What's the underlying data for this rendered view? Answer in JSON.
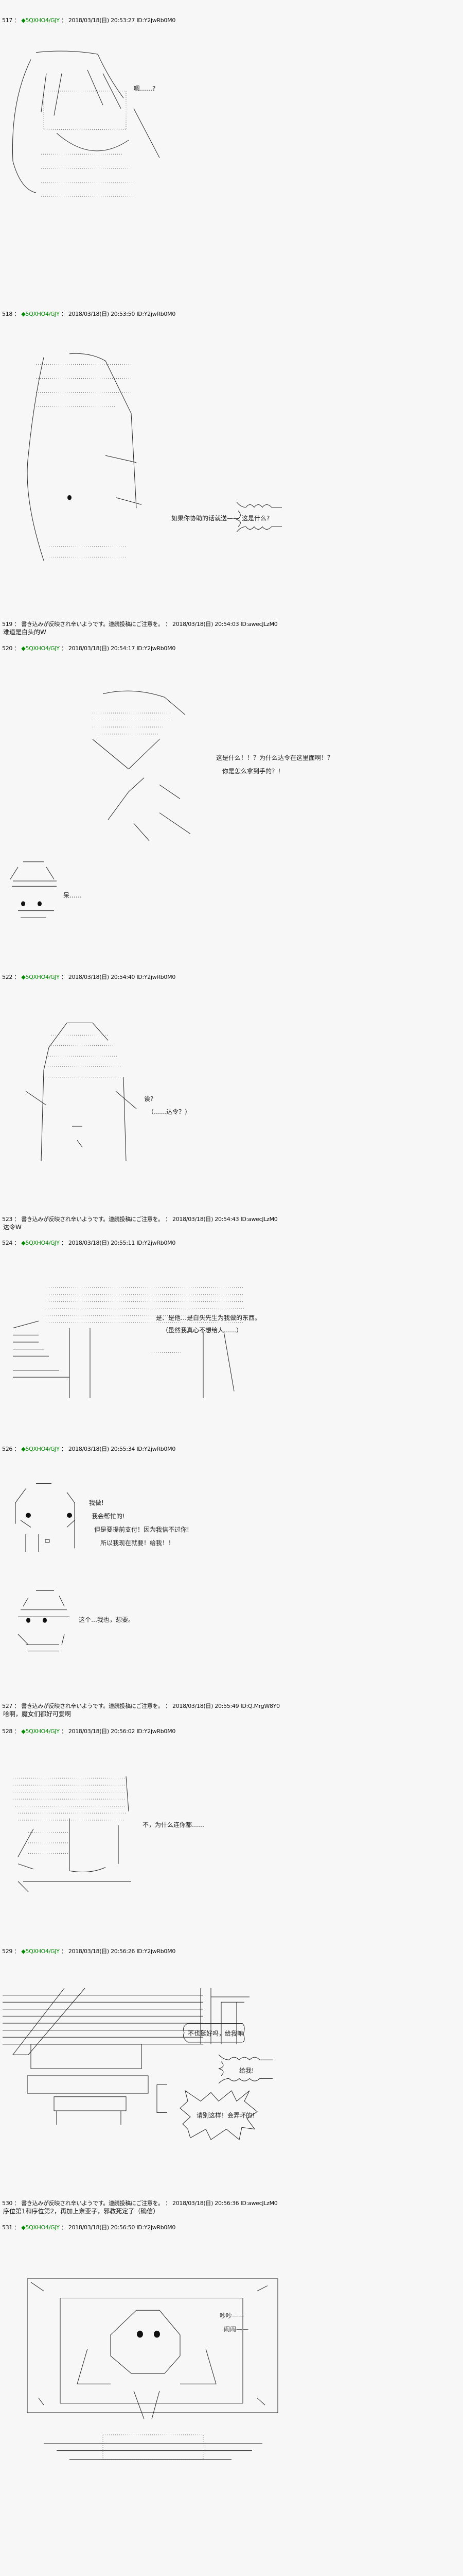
{
  "posts": [
    {
      "no": "517",
      "sep": "：",
      "name": "◆5QXHO4/GJY",
      "datetime": "2018/03/18(日) 20:53:27",
      "id": "ID:Y2jwRb0M0",
      "dialogue": [
        "嗯……?"
      ]
    },
    {
      "no": "518",
      "sep": "：",
      "name": "◆5QXHO4/GJY",
      "datetime": "2018/03/18(日) 20:53:50",
      "id": "ID:Y2jwRb0M0",
      "dialogue": [
        "如果你协助的话就送——",
        "这是什么?"
      ]
    },
    {
      "no": "519",
      "sep": "：",
      "name": "書き込みが反映され辛いようです。連続投稿にご注意を。",
      "datetime": "2018/03/18(日) 20:54:03",
      "id": "ID:awecJLzM0",
      "body": "难道是白头的W"
    },
    {
      "no": "520",
      "sep": "：",
      "name": "◆5QXHO4/GJY",
      "datetime": "2018/03/18(日) 20:54:17",
      "id": "ID:Y2jwRb0M0",
      "dialogue": [
        "这是什么！！？为什么达令在这里面啊！？",
        "你是怎么拿到手的？！",
        "呆……"
      ]
    },
    {
      "no": "522",
      "sep": "：",
      "name": "◆5QXHO4/GJY",
      "datetime": "2018/03/18(日) 20:54:40",
      "id": "ID:Y2jwRb0M0",
      "dialogue": [
        "诶?",
        "（……达令？）"
      ]
    },
    {
      "no": "523",
      "sep": "：",
      "name": "書き込みが反映され辛いようです。連続投稿にご注意を。",
      "datetime": "2018/03/18(日) 20:54:43",
      "id": "ID:awecJLzM0",
      "body": "达令W"
    },
    {
      "no": "524",
      "sep": "：",
      "name": "◆5QXHO4/GJY",
      "datetime": "2018/03/18(日) 20:55:11",
      "id": "ID:Y2jwRb0M0",
      "dialogue": [
        "是、是他…是白头先生为我做的东西。",
        "（虽然我真心不想给人……）"
      ]
    },
    {
      "no": "526",
      "sep": "：",
      "name": "◆5QXHO4/GJY",
      "datetime": "2018/03/18(日) 20:55:34",
      "id": "ID:Y2jwRb0M0",
      "dialogue": [
        "我做!",
        "我会帮忙的!",
        "但是要提前支付！因为我信不过你!",
        "所以我现在就要！给我！！",
        "这个…我也，想要。"
      ]
    },
    {
      "no": "527",
      "sep": "：",
      "name": "書き込みが反映され辛いようです。連続投稿にご注意を。",
      "datetime": "2018/03/18(日) 20:55:49",
      "id": "ID:Q.MrgW8Y0",
      "body": "哈啊，魔女们都好可爱啊"
    },
    {
      "no": "528",
      "sep": "：",
      "name": "◆5QXHO4/GJY",
      "datetime": "2018/03/18(日) 20:56:02",
      "id": "ID:Y2jwRb0M0",
      "dialogue": [
        "不，为什么连你都……"
      ]
    },
    {
      "no": "529",
      "sep": "：",
      "name": "◆5QXHO4/GJY",
      "datetime": "2018/03/18(日) 20:56:26",
      "id": "ID:Y2jwRb0M0",
      "dialogue": [
        "不也挺好吗，给我嘛",
        "给我!",
        "请别这样！会弄坏的!"
      ]
    },
    {
      "no": "530",
      "sep": "：",
      "name": "書き込みが反映され辛いようです。連続投稿にご注意を。",
      "datetime": "2018/03/18(日) 20:56:36",
      "id": "ID:awecJLzM0",
      "body": "序位第1和序位第2，再加上奈亚子，邪教死定了（确信）"
    },
    {
      "no": "531",
      "sep": "：",
      "name": "◆5QXHO4/GJY",
      "datetime": "2018/03/18(日) 20:56:50",
      "id": "ID:Y2jwRb0M0",
      "dialogue": [
        "吵吵——",
        "闹闹——"
      ]
    }
  ],
  "colors": {
    "background": "#f7f7f7",
    "trip": "#008800",
    "text": "#111111"
  }
}
